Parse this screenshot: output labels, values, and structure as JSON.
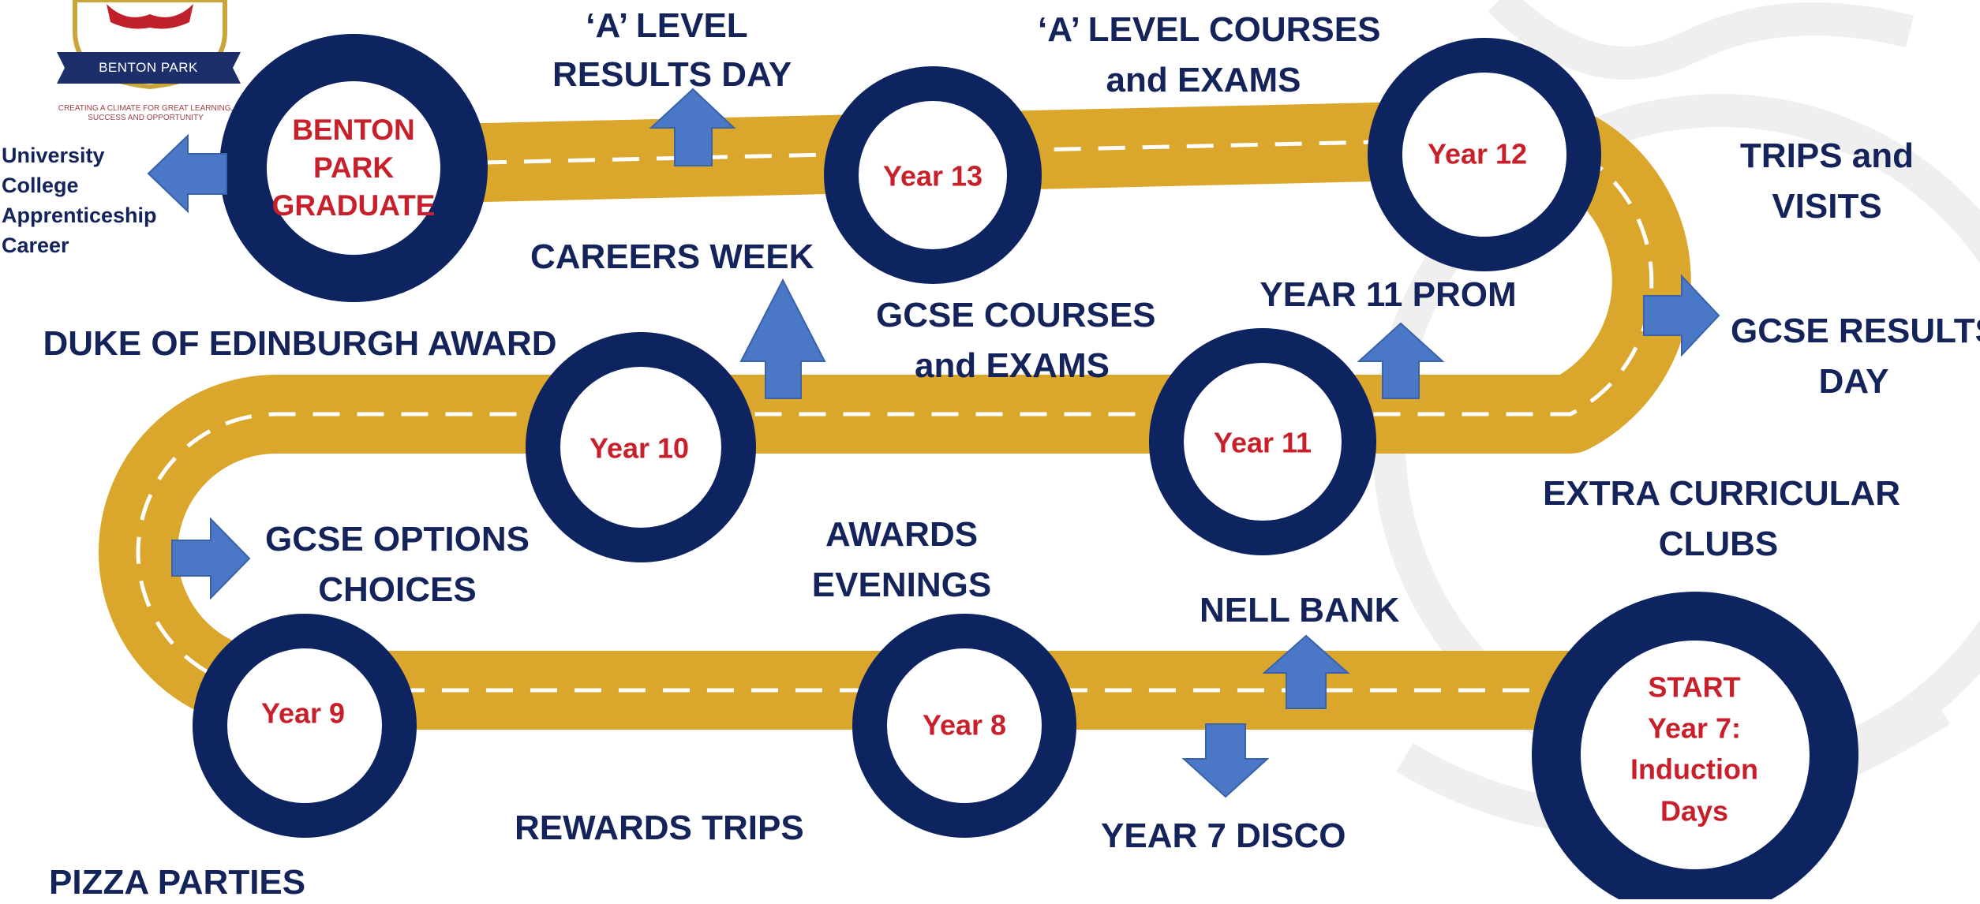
{
  "logo": {
    "name": "BENTON PARK",
    "tagline": [
      "CREATING A CLIMATE FOR GREAT LEARNING,",
      "SUCCESS AND OPPORTUNITY"
    ]
  },
  "milestones": {
    "graduate": [
      "BENTON",
      "PARK",
      "GRADUATE"
    ],
    "year13": "Year 13",
    "year12": "Year 12",
    "year11": "Year 11",
    "year10": "Year 10",
    "year9": "Year 9",
    "year8": "Year 8",
    "start": [
      "START",
      "Year 7:",
      "Induction",
      "Days"
    ]
  },
  "pathways": [
    "University",
    "College",
    "Apprenticeship",
    "Career"
  ],
  "events": {
    "a_level_results": [
      "‘A’ LEVEL",
      "RESULTS DAY"
    ],
    "a_level_courses": [
      "‘A’ LEVEL COURSES",
      "and EXAMS"
    ],
    "trips_visits": [
      "TRIPS and",
      "VISITS"
    ],
    "careers_week": "CAREERS WEEK",
    "duke_of_edinburgh": "DUKE OF EDINBURGH AWARD",
    "gcse_courses": [
      "GCSE COURSES",
      "and EXAMS"
    ],
    "year11_prom": "YEAR 11 PROM",
    "gcse_results": [
      "GCSE RESULTS",
      "DAY"
    ],
    "extra_curricular": [
      "EXTRA CURRICULAR",
      "CLUBS"
    ],
    "gcse_options": [
      "GCSE OPTIONS",
      "CHOICES"
    ],
    "awards_evenings": [
      "AWARDS",
      "EVENINGS"
    ],
    "nell_bank": "NELL BANK",
    "rewards_trips": "REWARDS TRIPS",
    "year7_disco": "YEAR 7 DISCO",
    "pizza_parties": "PIZZA PARTIES"
  },
  "colors": {
    "road": "#dba62c",
    "road_dash": "#ffffff",
    "ring": "#0d2460",
    "circle_text": "#c8202a",
    "label_text": "#14245a",
    "arrow": "#4a78c6",
    "watermark": "#eeeeee"
  },
  "icons": [
    "lion-crest-icon",
    "arrow-left-icon",
    "arrow-up-icon",
    "arrow-right-icon",
    "arrow-down-icon"
  ]
}
